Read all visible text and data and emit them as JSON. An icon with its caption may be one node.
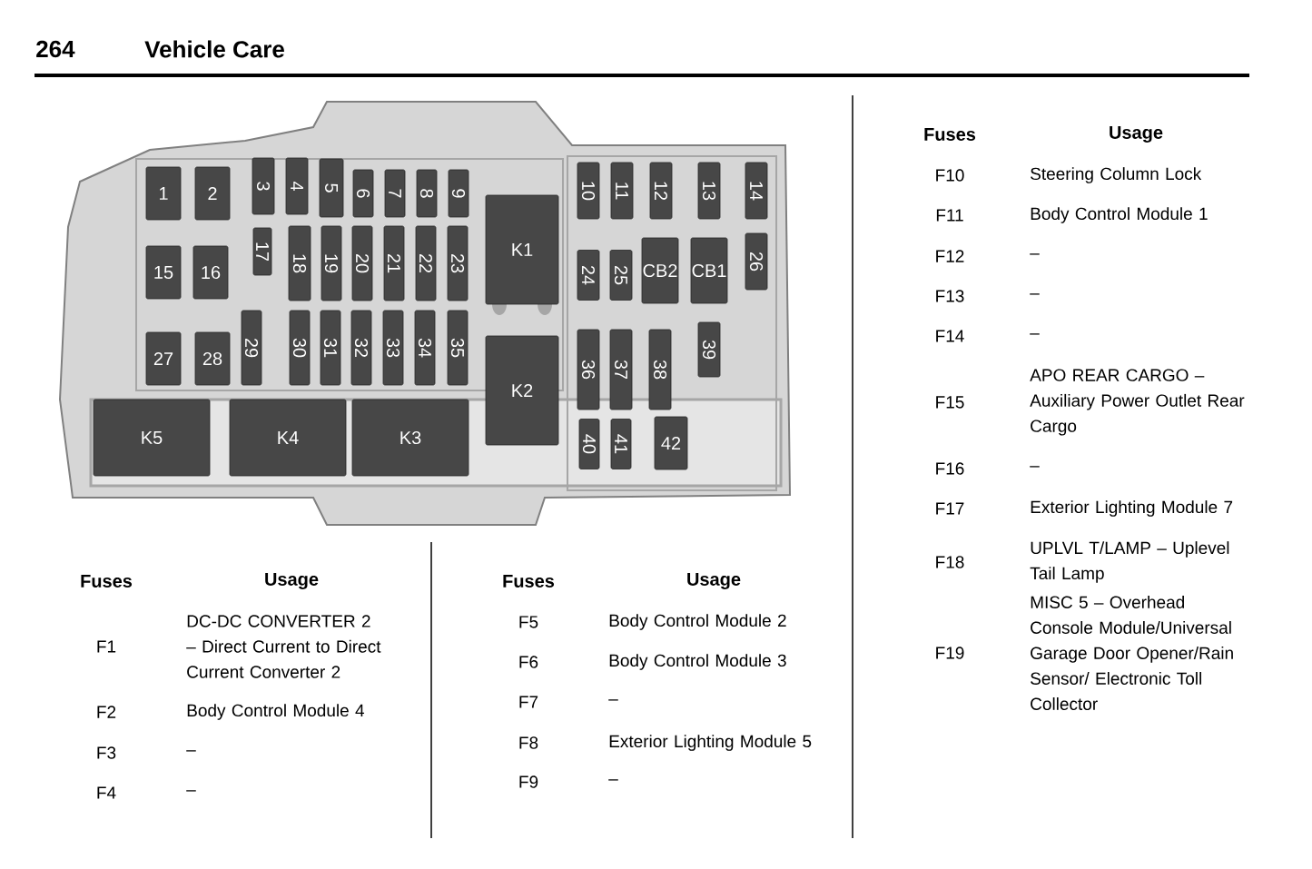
{
  "diagram": {
    "title": "Vehicle Care",
    "nodes": [
      {
        "text": [
          "1"
        ]
      },
      {
        "text": [
          "2"
        ]
      },
      {
        "text": [
          "3"
        ]
      },
      {
        "text": [
          "4"
        ]
      },
      {
        "text": [
          "5"
        ]
      },
      {
        "text": [
          "6"
        ]
      },
      {
        "text": [
          "7"
        ]
      },
      {
        "text": [
          "8"
        ]
      },
      {
        "text": [
          "9"
        ]
      },
      {
        "text": [
          "K1"
        ]
      },
      {
        "text": [
          "10"
        ]
      },
      {
        "text": [
          "11"
        ]
      },
      {
        "text": [
          "12"
        ]
      },
      {
        "text": [
          "13"
        ]
      },
      {
        "text": [
          "14"
        ]
      },
      {
        "text": [
          "15"
        ]
      },
      {
        "text": [
          "16"
        ]
      },
      {
        "text": [
          "17"
        ]
      },
      {
        "text": [
          "18"
        ]
      },
      {
        "text": [
          "19"
        ]
      },
      {
        "text": [
          "20"
        ]
      },
      {
        "text": [
          "21"
        ]
      },
      {
        "text": [
          "22"
        ]
      },
      {
        "text": [
          "23"
        ]
      },
      {
        "text": [
          "24"
        ]
      },
      {
        "text": [
          "25"
        ]
      },
      {
        "text": [
          "CB2"
        ]
      },
      {
        "text": [
          "CB1"
        ]
      },
      {
        "text": [
          "26"
        ]
      },
      {
        "text": [
          "27"
        ]
      },
      {
        "text": [
          "28"
        ]
      },
      {
        "text": [
          "29"
        ]
      },
      {
        "text": [
          "30"
        ]
      },
      {
        "text": [
          "31"
        ]
      },
      {
        "text": [
          "32"
        ]
      },
      {
        "text": [
          "33"
        ]
      },
      {
        "text": [
          "34"
        ]
      },
      {
        "text": [
          "35"
        ]
      },
      {
        "text": [
          "K2"
        ]
      },
      {
        "text": [
          "36"
        ]
      },
      {
        "text": [
          "37"
        ]
      },
      {
        "text": [
          "38"
        ]
      },
      {
        "text": [
          "39"
        ]
      },
      {
        "text": [
          "K5"
        ]
      },
      {
        "text": [
          "K4"
        ]
      },
      {
        "text": [
          "K3"
        ]
      },
      {
        "text": [
          "40"
        ]
      },
      {
        "text": [
          "41"
        ]
      },
      {
        "text": [
          "42"
        ]
      }
    ],
    "labels": [
      "264",
      "Fuses",
      "Usage",
      "F10",
      "Steering Column Lock",
      "F11",
      "Body Control Module 1",
      "F12",
      "–",
      "F13",
      "–",
      "F14",
      "–",
      "F15",
      "APO REAR CARGO – Auxiliary Power Outlet Rear Cargo",
      "F16",
      "–",
      "F17",
      "Exterior Lighting Module 7",
      "F18",
      "UPLVL T/LAMP – Uplevel Tail Lamp",
      "F19",
      "MISC 5 – Overhead Console Module/Universal Garage Door Opener/Rain Sensor/ Electronic Toll Collector",
      "Fuses",
      "Usage",
      "F1",
      "DC-DC CONVERTER 2 – Direct Current to Direct Current Converter 2",
      "F2",
      "Body Control Module 4",
      "F3",
      "–",
      "F4",
      "–",
      "Fuses",
      "Usage",
      "F5",
      "Body Control Module 2",
      "F6",
      "Body Control Module 3",
      "F7",
      "–",
      "F8",
      "Exterior Lighting Module 5",
      "F9",
      "–"
    ]
  }
}
